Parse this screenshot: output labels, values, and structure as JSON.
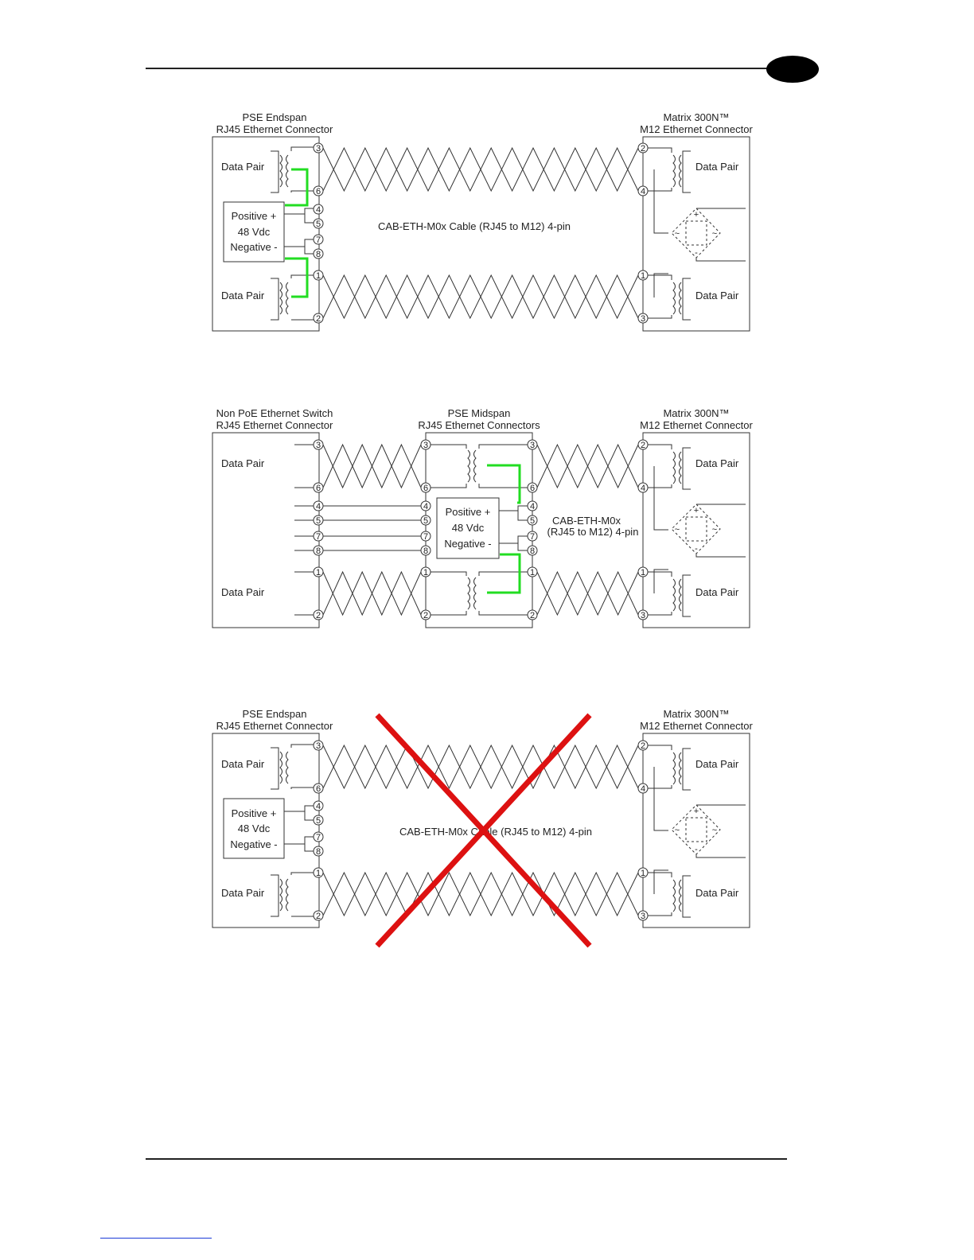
{
  "header": {
    "page_marker": ""
  },
  "colors": {
    "power_wire": "#22dd22",
    "cross_out": "#dd1111",
    "ink": "#333333"
  },
  "diagrams": [
    {
      "id": "endspan",
      "left_title_1": "PSE Endspan",
      "left_title_2": "RJ45 Ethernet Connector",
      "right_title_1": "Matrix 300N™",
      "right_title_2": "M12 Ethernet Connector",
      "data_pair_top_left": "Data Pair",
      "data_pair_bottom_left": "Data Pair",
      "data_pair_top_right": "Data Pair",
      "data_pair_bottom_right": "Data Pair",
      "psu_positive": "Positive +",
      "psu_voltage": "48 Vdc",
      "psu_negative": "Negative -",
      "cable_label": "CAB-ETH-M0x Cable (RJ45 to M12) 4-pin",
      "left_pins": [
        "3",
        "6",
        "4",
        "5",
        "7",
        "8",
        "1",
        "2"
      ],
      "right_pins": [
        "2",
        "4",
        "1",
        "3"
      ],
      "bridge_marks": [
        "+",
        "~",
        "~",
        "-"
      ]
    },
    {
      "id": "midspan",
      "left_title_1": "Non PoE Ethernet Switch",
      "left_title_2": "RJ45 Ethernet Connector",
      "mid_title_1": "PSE Midspan",
      "mid_title_2": "RJ45 Ethernet Connectors",
      "right_title_1": "Matrix 300N™",
      "right_title_2": "M12 Ethernet Connector",
      "data_pair_top_left": "Data Pair",
      "data_pair_bottom_left": "Data Pair",
      "data_pair_top_right": "Data Pair",
      "data_pair_bottom_right": "Data Pair",
      "psu_positive": "Positive +",
      "psu_voltage": "48 Vdc",
      "psu_negative": "Negative -",
      "cable_label_1": "CAB-ETH-M0x",
      "cable_label_2": "(RJ45 to M12) 4-pin",
      "left_pins": [
        "3",
        "6",
        "4",
        "5",
        "7",
        "8",
        "1",
        "2"
      ],
      "mid_left_pins": [
        "3",
        "6",
        "4",
        "5",
        "7",
        "8",
        "1",
        "2"
      ],
      "mid_right_pins": [
        "3",
        "6",
        "4",
        "5",
        "7",
        "8",
        "1",
        "2"
      ],
      "right_pins": [
        "2",
        "4",
        "1",
        "3"
      ],
      "bridge_marks": [
        "+",
        "~",
        "~",
        "-"
      ]
    },
    {
      "id": "endspan-wrong",
      "left_title_1": "PSE Endspan",
      "left_title_2": "RJ45 Ethernet Connector",
      "right_title_1": "Matrix 300N™",
      "right_title_2": "M12 Ethernet Connector",
      "data_pair_top_left": "Data Pair",
      "data_pair_bottom_left": "Data Pair",
      "data_pair_top_right": "Data Pair",
      "data_pair_bottom_right": "Data Pair",
      "psu_positive": "Positive +",
      "psu_voltage": "48 Vdc",
      "psu_negative": "Negative -",
      "cable_label": "CAB-ETH-M0x Cable (RJ45 to M12) 4-pin",
      "left_pins": [
        "3",
        "6",
        "4",
        "5",
        "7",
        "8",
        "1",
        "2"
      ],
      "right_pins": [
        "2",
        "4",
        "1",
        "3"
      ],
      "bridge_marks": [
        "+",
        "~",
        "~",
        "-"
      ]
    }
  ]
}
